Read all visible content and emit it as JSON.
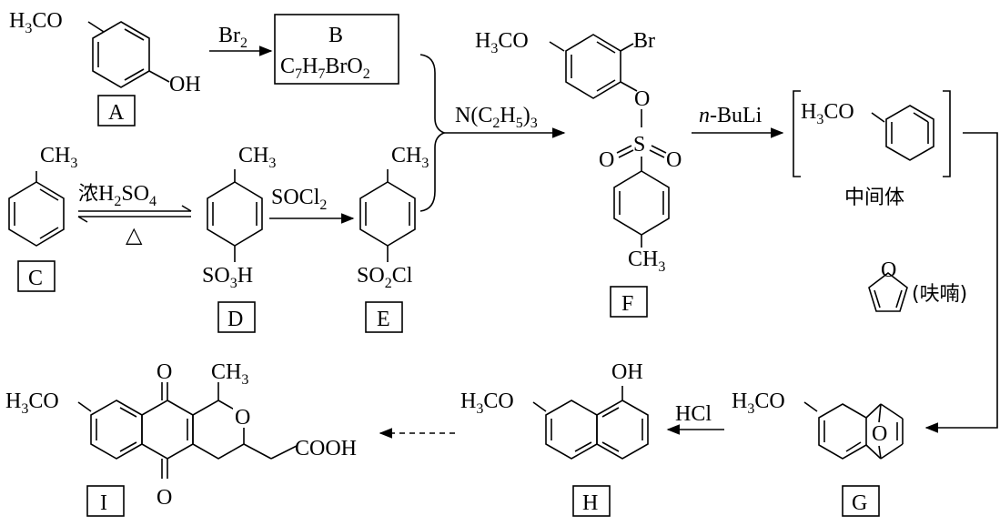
{
  "compounds": {
    "A": {
      "label": "A",
      "sub_top": "H3CO",
      "sub_bottom": "OH"
    },
    "B": {
      "label": "B",
      "formula": "C7H7BrO2"
    },
    "C": {
      "label": "C",
      "sub_top": "CH3"
    },
    "D": {
      "label": "D",
      "sub_top": "CH3",
      "sub_bottom": "SO3H"
    },
    "E": {
      "label": "E",
      "sub_top": "CH3",
      "sub_bottom": "SO2Cl"
    },
    "F": {
      "label": "F",
      "sub_left": "H3CO",
      "sub_br": "Br",
      "o_label": "O",
      "s_label": "S",
      "o1": "O",
      "o2": "O",
      "sub_bottom": "CH3"
    },
    "intermediate": {
      "sub": "H3CO",
      "name": "中间体"
    },
    "G": {
      "label": "G",
      "sub": "H3CO",
      "bridge": "O"
    },
    "H": {
      "label": "H",
      "sub": "H3CO",
      "oh": "OH"
    },
    "I": {
      "label": "I",
      "sub": "H3CO",
      "o_top": "O",
      "o_bottom": "O",
      "ch3": "CH3",
      "ring_o": "O",
      "cooh": "COOH"
    }
  },
  "reagents": {
    "ab": "Br2",
    "cd_top": "浓H2SO4",
    "cd_bottom": "△",
    "de": "SOCl2",
    "to_f": "N(C2H5)3",
    "f_int": "n-BuLi",
    "furan_o": "O",
    "furan_name": "(呋喃)",
    "gh": "HCl"
  }
}
